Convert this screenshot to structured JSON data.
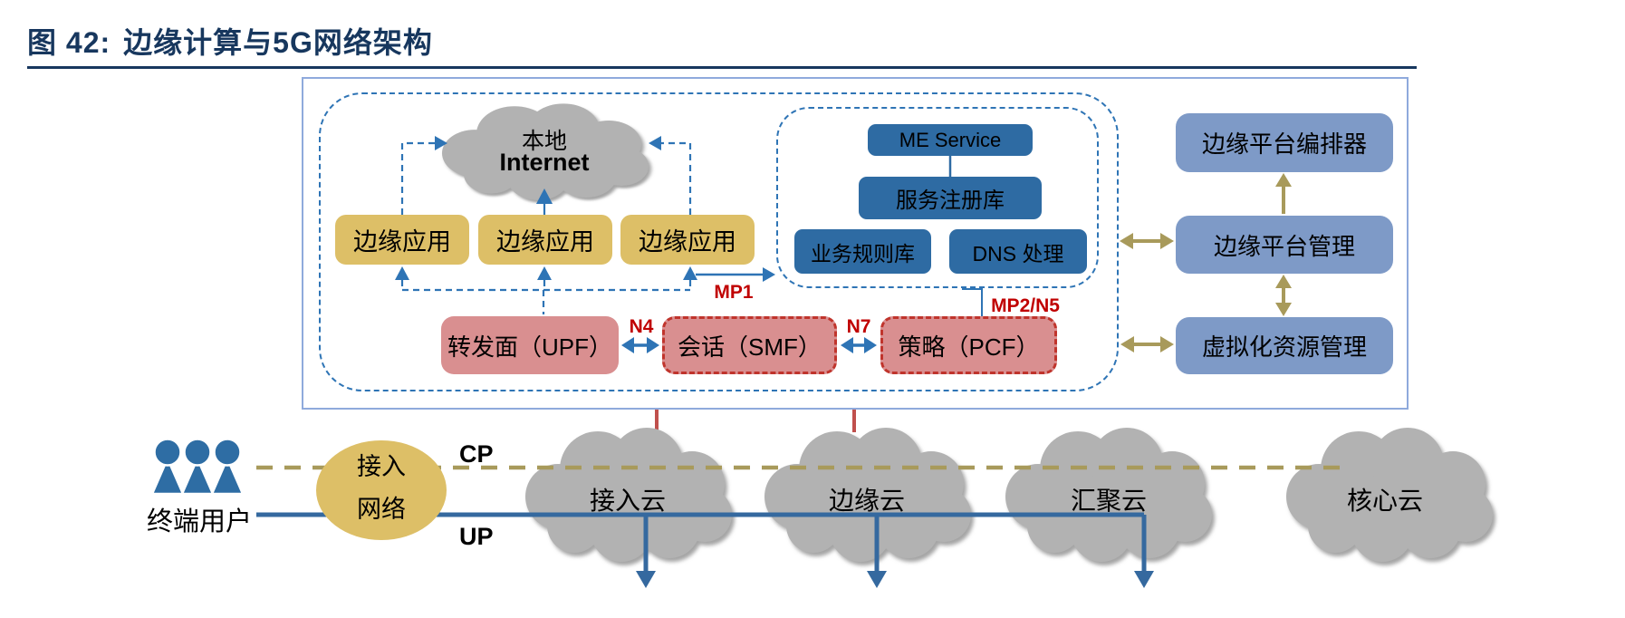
{
  "header": {
    "label": "图 42:",
    "title": "边缘计算与5G网络架构"
  },
  "colors": {
    "title_navy": "#17375e",
    "dark_blue_box": "#2e6ba3",
    "slate_blue_box": "#7e9ac7",
    "yellow_box": "#ddbf67",
    "pink_box": "#d98f90",
    "pink_dashed_border": "#c0342c",
    "interface_label_red": "#c00000",
    "connector_blue": "#2e74b5",
    "olive_arrow": "#a89a5b",
    "cloud_gray": "#b2b2b2",
    "up_line_blue": "#35699f",
    "red_drop_line": "#c0504d",
    "outer_frame_blue": "#8faadc"
  },
  "platform": {
    "local_cloud": {
      "line1": "本地",
      "line2": "Internet"
    },
    "edge_apps": [
      {
        "label": "边缘应用"
      },
      {
        "label": "边缘应用"
      },
      {
        "label": "边缘应用"
      }
    ],
    "services": {
      "me_service": "ME Service",
      "registry": "服务注册库",
      "rules": "业务规则库",
      "dns": "DNS 处理"
    },
    "nf": {
      "upf": "转发面（UPF）",
      "smf": "会话（SMF）",
      "pcf": "策略（PCF）"
    },
    "interfaces": {
      "mp1": "MP1",
      "n4": "N4",
      "n7": "N7",
      "mp2n5": "MP2/N5"
    },
    "management": {
      "orchestrator": "边缘平台编排器",
      "platform_mgmt": "边缘平台管理",
      "vim": "虚拟化资源管理"
    }
  },
  "transport": {
    "terminal_users": "终端用户",
    "users_icon": "users-group-icon",
    "access_network": {
      "line1": "接入",
      "line2": "网络"
    },
    "cp_label": "CP",
    "up_label": "UP",
    "clouds": [
      {
        "label": "接入云"
      },
      {
        "label": "边缘云"
      },
      {
        "label": "汇聚云"
      },
      {
        "label": "核心云"
      }
    ]
  }
}
